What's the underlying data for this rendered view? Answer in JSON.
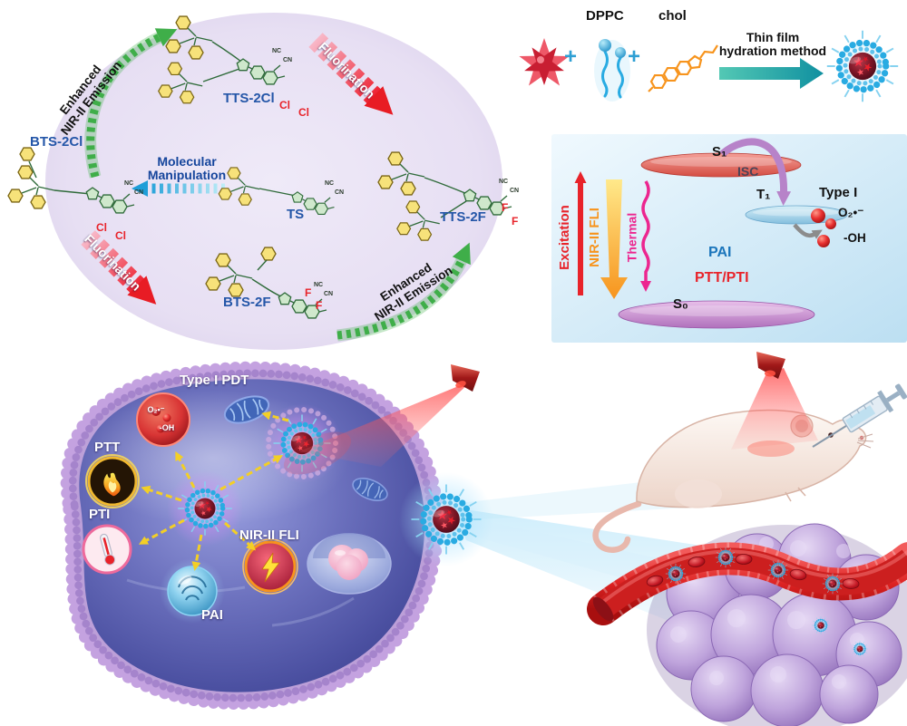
{
  "palette": {
    "molecule_label_blue": "#2456a8",
    "halogen_red": "#e8232a",
    "arrow_green": "#3fae49",
    "arrow_red": "#ed1c24",
    "arrow_cyan": "#1f9ed8",
    "nir_fli_orange": "#f7941d",
    "thermal_magenta": "#ec268f",
    "isc_purple": "#b783c9",
    "pai_blue": "#1b75bb"
  },
  "scheme": {
    "enhanced_l1": "Enhanced",
    "enhanced_l2": "NIR-II Emission",
    "fluorination": "Fluorination",
    "manip_l1": "Molecular",
    "manip_l2": "Manipulation",
    "nc": "NC",
    "cn": "CN",
    "labels": {
      "tts2cl": "TTS-2Cl",
      "bts2cl": "BTS-2Cl",
      "ts": "TS",
      "tts2f": "TTS-2F",
      "bts2f": "BTS-2F"
    },
    "halogens": {
      "cl": "Cl",
      "f": "F"
    }
  },
  "formulation": {
    "dppc": "DPPC",
    "chol": "chol",
    "plus": "+",
    "method_l1": "Thin film",
    "method_l2": "hydration method"
  },
  "jablonski": {
    "s1": "S₁",
    "t1": "T₁",
    "s0": "S₀",
    "isc": "ISC",
    "excitation": "Excitation",
    "nir_fli": "NIR-II FLI",
    "thermal": "Thermal",
    "type_i": "Type I",
    "superoxide": "O₂•⁻",
    "hydroxyl": "-OH",
    "pai": "PAI",
    "ptt_pti": "PTT/PTI"
  },
  "cell": {
    "type_i_pdt": "Type I PDT",
    "superoxide": "O₂•⁻",
    "hydroxyl": "-OH",
    "ptt": "PTT",
    "pti": "PTI",
    "nir_fli": "NIR-II FLI",
    "pai": "PAI"
  }
}
